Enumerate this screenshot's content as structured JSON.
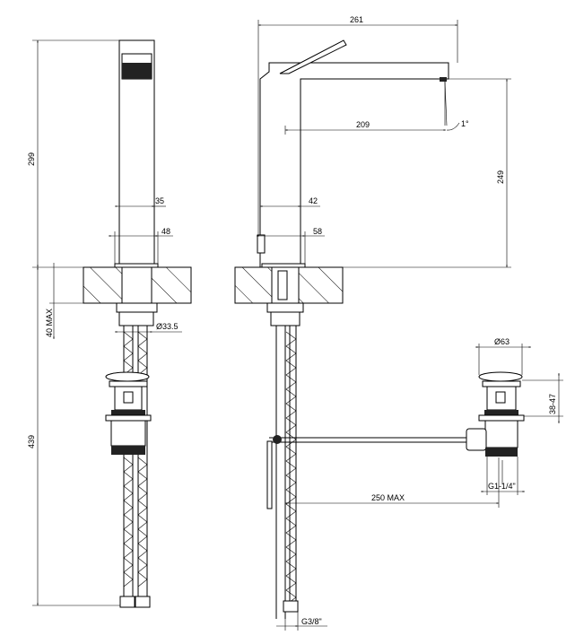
{
  "drawing": {
    "front_view": {
      "height_total": "299",
      "body_width": "35",
      "base_width": "48",
      "max_counter_thickness": "40 MAX",
      "hole_diameter": "Ø33.5",
      "depth_below": "439"
    },
    "side_view": {
      "overall_length": "261",
      "spout_reach": "209",
      "spout_angle": "1°",
      "spout_height": "249",
      "body_depth": "42",
      "base_depth": "58",
      "rod_length": "250 MAX",
      "hose_thread": "G3/8\""
    },
    "drain_view": {
      "cap_diameter": "Ø63",
      "adjust_range": "38-47",
      "thread": "G1-1/4\""
    }
  }
}
